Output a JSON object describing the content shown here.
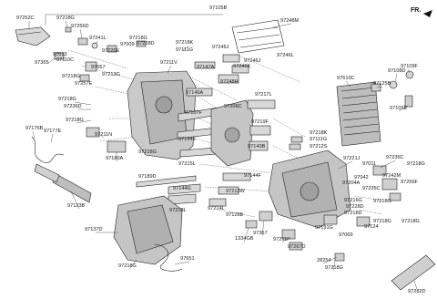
{
  "direction_label": "FR.",
  "labels": [
    {
      "id": "97252C",
      "text": "97252C"
    },
    {
      "id": "97218G-a",
      "text": "97218G"
    },
    {
      "id": "97256D",
      "text": "97256D"
    },
    {
      "id": "97105B",
      "text": "97105B"
    },
    {
      "id": "97248M",
      "text": "97248M"
    },
    {
      "id": "97241L",
      "text": "97241L"
    },
    {
      "id": "97218G-b",
      "text": "97218G"
    },
    {
      "id": "97228D",
      "text": "97228D"
    },
    {
      "id": "97218K",
      "text": "97218K"
    },
    {
      "id": "97246J-a",
      "text": "97246J"
    },
    {
      "id": "97246L",
      "text": "97246L"
    },
    {
      "id": "97009",
      "text": "97009"
    },
    {
      "id": "97111G-a",
      "text": "97111G"
    },
    {
      "id": "97246J-b",
      "text": "97246J"
    },
    {
      "id": "97220E",
      "text": "97220E"
    },
    {
      "id": "97013",
      "text": "97013"
    },
    {
      "id": "97365",
      "text": "97365"
    },
    {
      "id": "97110C",
      "text": "97110C"
    },
    {
      "id": "97211V",
      "text": "97211V"
    },
    {
      "id": "97246K",
      "text": "97246K"
    },
    {
      "id": "97109F",
      "text": "97109F"
    },
    {
      "id": "97067",
      "text": "97067"
    },
    {
      "id": "97147A",
      "text": "97147A"
    },
    {
      "id": "97108D",
      "text": "97108D"
    },
    {
      "id": "97218G-c",
      "text": "97218G"
    },
    {
      "id": "97213G",
      "text": "97213G"
    },
    {
      "id": "97248H",
      "text": "97248H"
    },
    {
      "id": "97610C",
      "text": "97610C"
    },
    {
      "id": "97257E",
      "text": "97257E"
    },
    {
      "id": "97125B",
      "text": "97125B"
    },
    {
      "id": "97146A",
      "text": "97146A"
    },
    {
      "id": "97217L",
      "text": "97217L"
    },
    {
      "id": "97218G-d",
      "text": "97218G"
    },
    {
      "id": "97206C",
      "text": "97206C"
    },
    {
      "id": "97236D",
      "text": "97236D"
    },
    {
      "id": "97107F",
      "text": "97107F"
    },
    {
      "id": "97105E",
      "text": "97105E"
    },
    {
      "id": "97218G-e",
      "text": "97218G"
    },
    {
      "id": "97219F",
      "text": "97219F"
    },
    {
      "id": "97176B",
      "text": "97176B"
    },
    {
      "id": "97177E",
      "text": "97177E"
    },
    {
      "id": "97211N",
      "text": "97211N"
    },
    {
      "id": "97144E",
      "text": "97144E"
    },
    {
      "id": "97218K-b",
      "text": "97218K"
    },
    {
      "id": "97111G-b",
      "text": "97111G"
    },
    {
      "id": "97140B",
      "text": "97140B"
    },
    {
      "id": "97212S",
      "text": "97212S"
    },
    {
      "id": "97218G-f",
      "text": "97218G"
    },
    {
      "id": "97180A",
      "text": "97180A"
    },
    {
      "id": "97221J",
      "text": "97221J"
    },
    {
      "id": "97235C-a",
      "text": "97235C"
    },
    {
      "id": "97215L",
      "text": "97215L"
    },
    {
      "id": "97011",
      "text": "97011"
    },
    {
      "id": "97218G-g",
      "text": "97218G"
    },
    {
      "id": "97189D",
      "text": "97189D"
    },
    {
      "id": "97144F",
      "text": "97144F"
    },
    {
      "id": "97042",
      "text": "97042"
    },
    {
      "id": "97242M",
      "text": "97242M"
    },
    {
      "id": "97204A",
      "text": "97204A"
    },
    {
      "id": "97256F",
      "text": "97256F"
    },
    {
      "id": "97213W",
      "text": "97213W"
    },
    {
      "id": "97235C-b",
      "text": "97235C"
    },
    {
      "id": "97144G",
      "text": "97144G"
    },
    {
      "id": "97123B",
      "text": "97123B"
    },
    {
      "id": "97214L",
      "text": "97214L"
    },
    {
      "id": "97216G",
      "text": "97216G"
    },
    {
      "id": "97218G-h",
      "text": "97218G"
    },
    {
      "id": "97228D-b",
      "text": "97228D"
    },
    {
      "id": "97218L",
      "text": "97218L"
    },
    {
      "id": "97128B",
      "text": "97128B"
    },
    {
      "id": "97218D",
      "text": "97218D"
    },
    {
      "id": "97218G-i",
      "text": "97218G"
    },
    {
      "id": "97137D",
      "text": "97137D"
    },
    {
      "id": "97191G",
      "text": "97191G"
    },
    {
      "id": "97218G-j",
      "text": "97218G"
    },
    {
      "id": "97124",
      "text": "97124"
    },
    {
      "id": "1334GB",
      "text": "1334GB"
    },
    {
      "id": "97367",
      "text": "97367"
    },
    {
      "id": "97069",
      "text": "97069"
    },
    {
      "id": "97211P",
      "text": "97211P"
    },
    {
      "id": "97267D",
      "text": "97267D"
    },
    {
      "id": "97651",
      "text": "97651"
    },
    {
      "id": "28254",
      "text": "28254"
    },
    {
      "id": "97218G-k",
      "text": "97218G"
    },
    {
      "id": "97218G-l",
      "text": "97218G"
    },
    {
      "id": "97282D",
      "text": "97282D"
    }
  ]
}
